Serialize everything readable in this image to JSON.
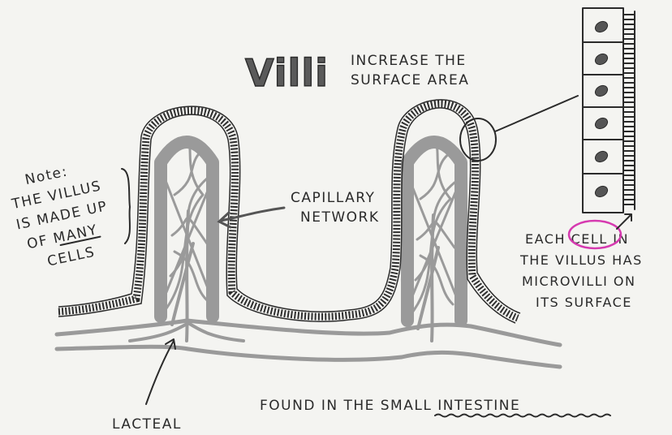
{
  "title": "Villi",
  "subtitle_line1": "INCREASE THE",
  "subtitle_line2": "SURFACE AREA",
  "note": {
    "line1": "Note:",
    "line2": "THE VILLUS",
    "line3": "IS MADE UP",
    "line4": "OF MANY",
    "line5": "CELLS"
  },
  "capillary_label": {
    "line1": "CAPILLARY",
    "line2": "NETWORK"
  },
  "cell_label": {
    "line1": "EACH CELL IN",
    "line2": "THE VILLUS HAS",
    "line3": "MICROVILLI ON",
    "line4": "ITS SURFACE"
  },
  "lacteal_label": "LACTEAL",
  "bottom_caption": "FOUND IN THE SMALL INTESTINE",
  "colors": {
    "ink": "#2b2b2b",
    "pencil_gray": "#9a9a9a",
    "highlight_magenta": "#d63ab0",
    "paper": "#f4f4f1"
  }
}
